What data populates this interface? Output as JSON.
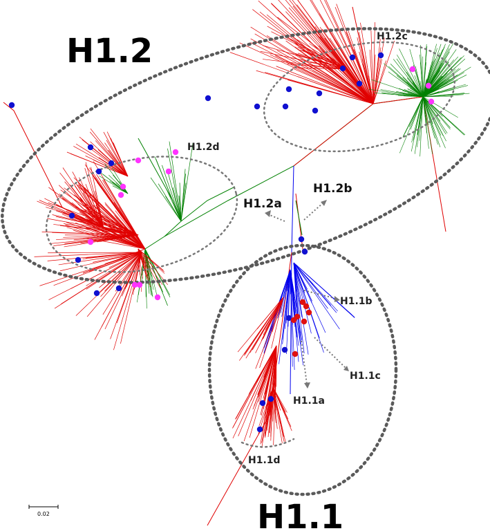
{
  "colors": {
    "red_branch": "#e00000",
    "green_branch": "#008000",
    "blue_branch": "#0000ee",
    "blue_dot": "#1010d0",
    "magenta_dot": "#ff33ff",
    "red_dot": "#e01010",
    "outline": "#555555"
  },
  "labels": {
    "h12": "H1.2",
    "h11": "H1.1",
    "h12a": "H1.2a",
    "h12b": "H1.2b",
    "h12c": "H1.2c",
    "h12d": "H1.2d",
    "h11a": "H1.1a",
    "h11b": "H1.1b",
    "h11c": "H1.1c",
    "h11d": "H1.1d"
  },
  "scale_bar": {
    "value": "0.02"
  }
}
